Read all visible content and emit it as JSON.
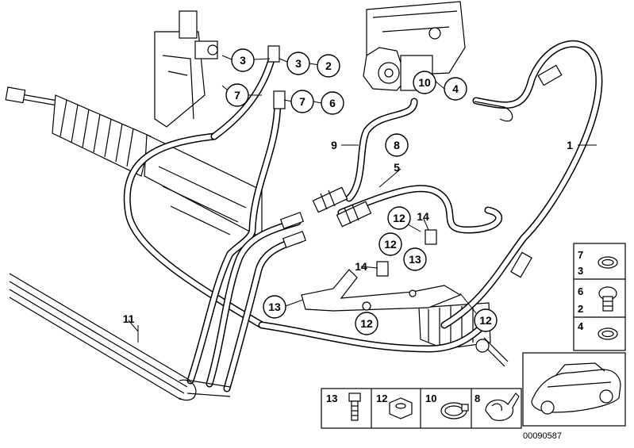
{
  "callouts": {
    "c3a": "3",
    "c3b": "3",
    "c2": "2",
    "c7a": "7",
    "c7b": "7",
    "c6": "6",
    "c10": "10",
    "c4": "4",
    "c8": "8",
    "c12a": "12",
    "c12b": "12",
    "c13a": "13",
    "c13b": "13",
    "c12c": "12",
    "c12d": "12"
  },
  "labels": {
    "l9": "9",
    "l5": "5",
    "l1": "1",
    "l14a": "14",
    "l14b": "14",
    "l11": "11"
  },
  "legend_side": {
    "top": [
      "7",
      "3"
    ],
    "middle": [
      "6",
      "2"
    ],
    "bottom": "4"
  },
  "legend_bottom": [
    "13",
    "12",
    "10",
    "8"
  ],
  "reference_number": "00090587"
}
